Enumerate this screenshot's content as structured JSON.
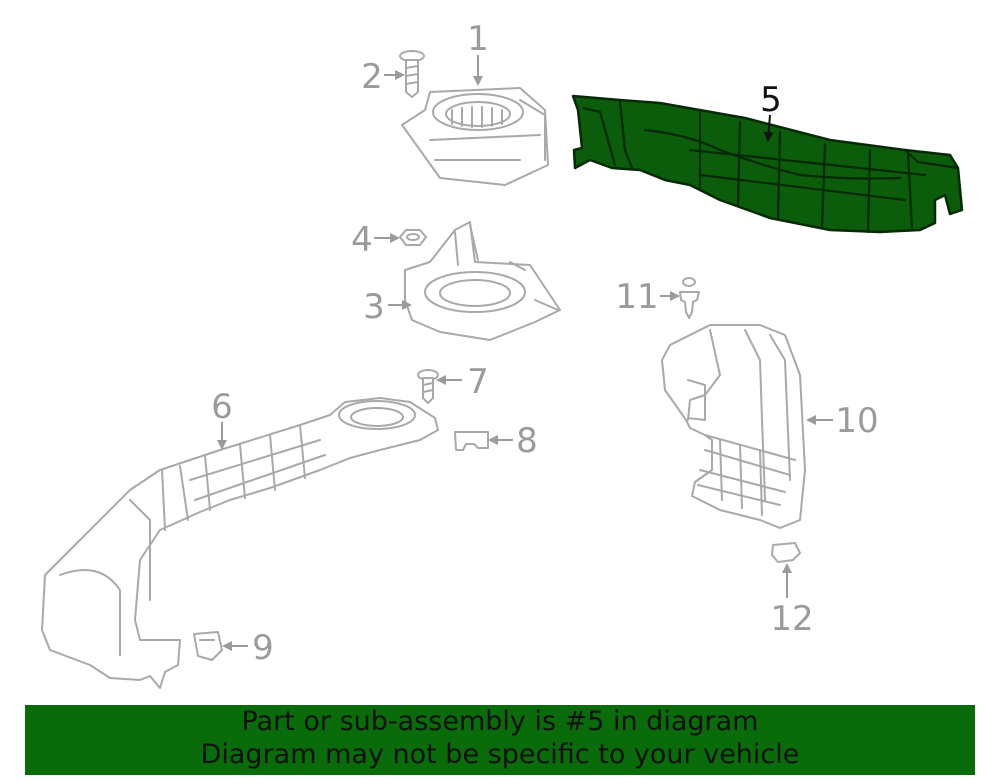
{
  "callouts": [
    "1",
    "2",
    "3",
    "4",
    "5",
    "6",
    "7",
    "8",
    "9",
    "10",
    "11",
    "12"
  ],
  "highlighted_callout": "5",
  "banner": {
    "line1": "Part or sub-assembly is #5 in diagram",
    "line2": "Diagram may not be specific to your vehicle"
  },
  "colors": {
    "highlight_fill": "#0b5d0b",
    "banner_background": "#0a6b0a",
    "line_art": "#a9a9a9",
    "callout_text": "#9b9b9b"
  }
}
